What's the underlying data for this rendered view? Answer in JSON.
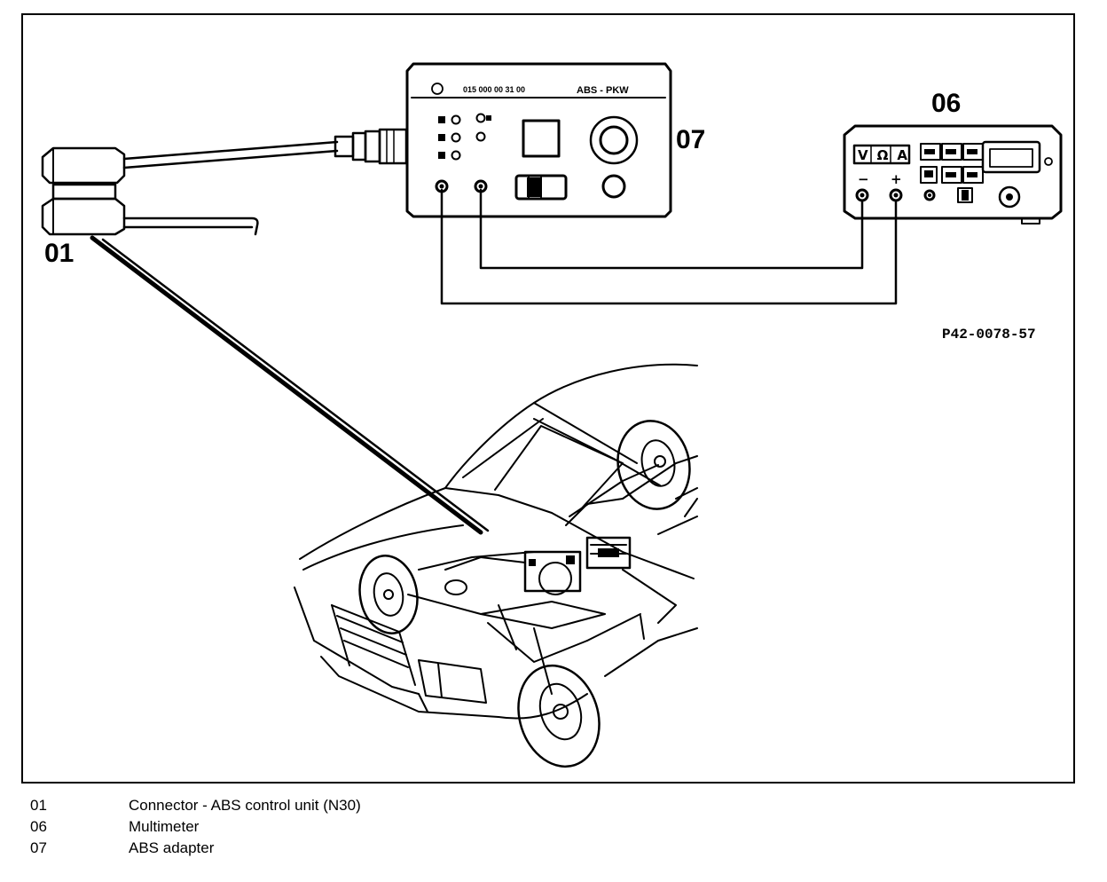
{
  "diagram": {
    "callouts": {
      "connector": "01",
      "abs_adapter": "07",
      "multimeter": "06"
    },
    "figure_ref": "P42-0078-57",
    "abs_adapter_face": {
      "part_no": "015 000 00 31 00",
      "title": "ABS - PKW"
    },
    "multimeter_face": {
      "modes": "V Ω A",
      "neg_terminal": "−",
      "pos_terminal": "+"
    }
  },
  "legend": [
    {
      "code": "01",
      "text": "Connector - ABS control unit (N30)"
    },
    {
      "code": "06",
      "text": "Multimeter"
    },
    {
      "code": "07",
      "text": "ABS adapter"
    }
  ],
  "colors": {
    "ink": "#000000",
    "paper": "#ffffff"
  }
}
